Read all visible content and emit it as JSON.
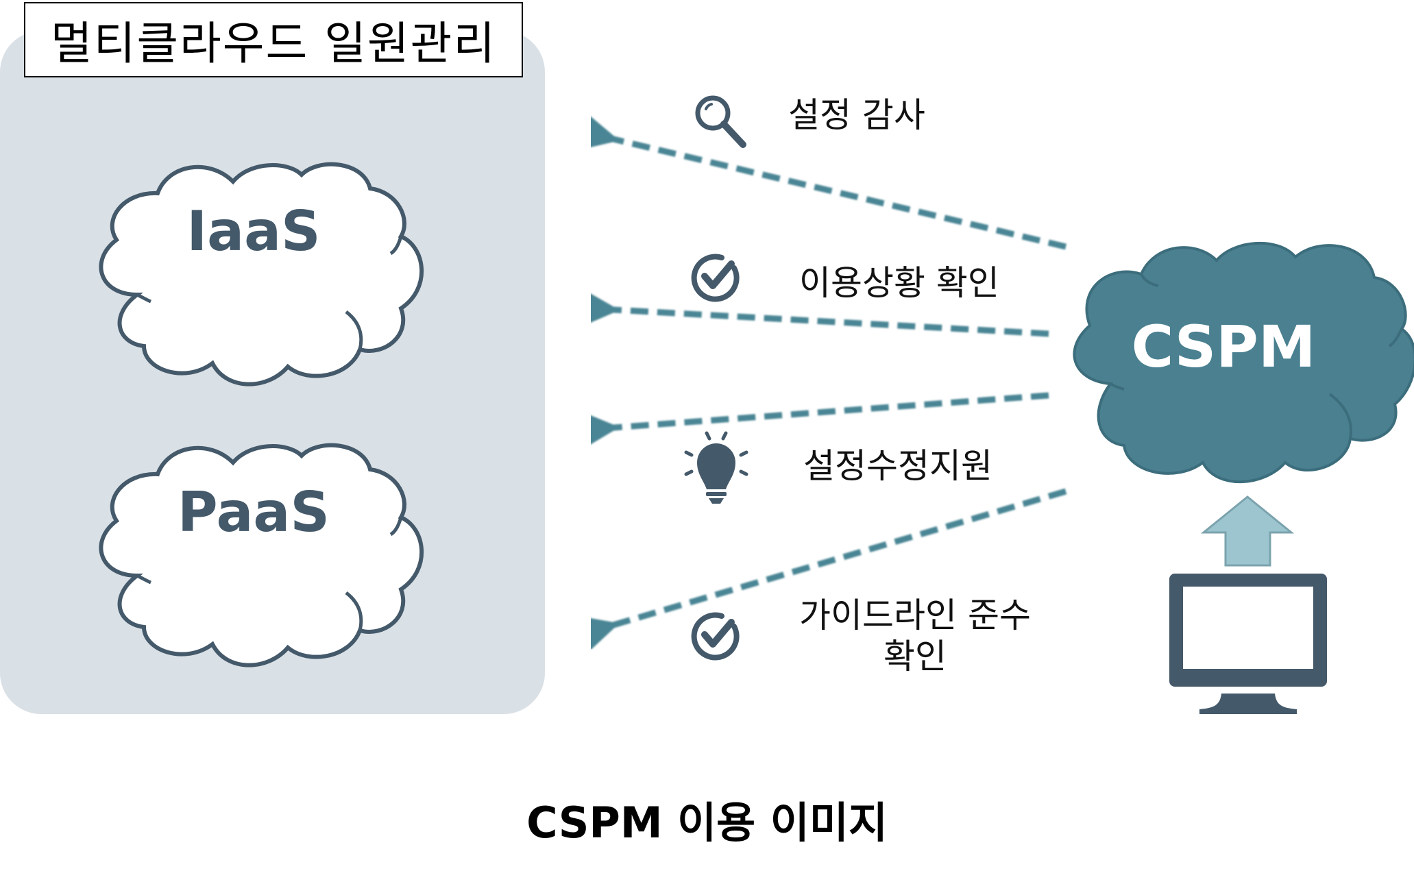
{
  "title": "멀티클라우드 일원관리",
  "clouds": {
    "iaas": "IaaS",
    "paas": "PaaS",
    "cspm": "CSPM"
  },
  "functions": [
    {
      "icon": "magnifier-icon",
      "label": "설정 감사"
    },
    {
      "icon": "check-circle-icon",
      "label": "이용상황 확인"
    },
    {
      "icon": "lightbulb-icon",
      "label": "설정수정지원"
    },
    {
      "icon": "check-circle-icon",
      "label_line1": "가이드라인 준수",
      "label_line2": "확인"
    }
  ],
  "caption": "CSPM 이용 이미지",
  "colors": {
    "panel": "#D9E0E6",
    "cloud_stroke": "#44596A",
    "cspm_fill": "#4A8090",
    "arrow": "#4A8594",
    "up_arrow": "#9CC5CF",
    "icon": "#44596A"
  }
}
